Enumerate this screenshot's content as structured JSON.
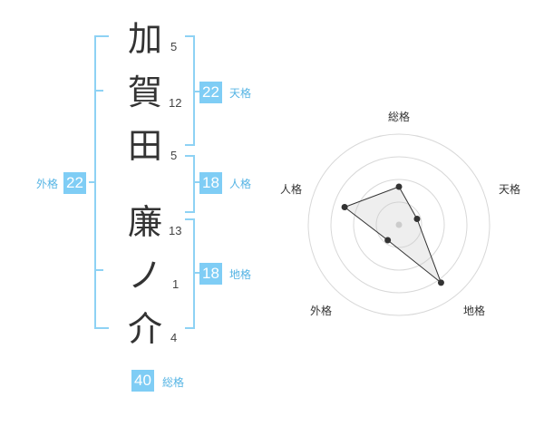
{
  "name_chars": [
    {
      "char": "加",
      "strokes": "5"
    },
    {
      "char": "賀",
      "strokes": "12"
    },
    {
      "char": "田",
      "strokes": "5"
    },
    {
      "char": "廉",
      "strokes": "13"
    },
    {
      "char": "ノ",
      "strokes": "1"
    },
    {
      "char": "介",
      "strokes": "4"
    }
  ],
  "fortunes": {
    "tenkaku": {
      "value": "22",
      "label": "天格"
    },
    "jinkaku": {
      "value": "18",
      "label": "人格"
    },
    "chikaku": {
      "value": "18",
      "label": "地格"
    },
    "gaikaku": {
      "value": "22",
      "label": "外格"
    },
    "soukaku": {
      "value": "40",
      "label": "総格"
    }
  },
  "colors": {
    "badge": "#7fcdf5",
    "bracket": "#8ed2f4",
    "label": "#55b4e4"
  },
  "radar": {
    "axes": [
      "総格",
      "天格",
      "地格",
      "外格",
      "人格"
    ],
    "values": [
      0.42,
      0.21,
      0.79,
      0.21,
      0.63
    ],
    "rings": 4
  }
}
